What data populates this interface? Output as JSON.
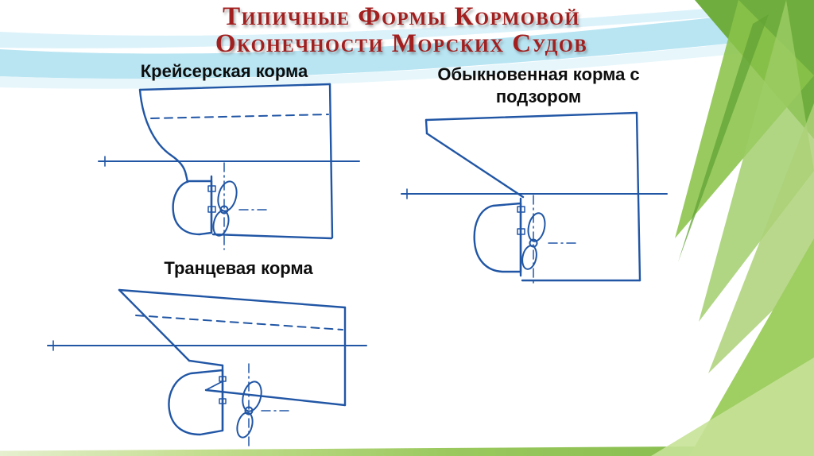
{
  "slide_title": {
    "line1": "Типичные Формы Кормовой",
    "line2": "Оконечности Морских Судов"
  },
  "figures": [
    {
      "id": "cruiser-stern",
      "label": "Крейсерская корма"
    },
    {
      "id": "stern-with-overhang",
      "label": "Обыкновенная корма с подзором"
    },
    {
      "id": "transom-stern",
      "label": "Транцевая корма"
    }
  ],
  "colors": {
    "title_red": "#a21f1f",
    "drawing_blue": "#2156a5",
    "wave_blue": "#b9e5f3",
    "accent_green": "#8bc34a",
    "label_black": "#0d0d0d"
  }
}
